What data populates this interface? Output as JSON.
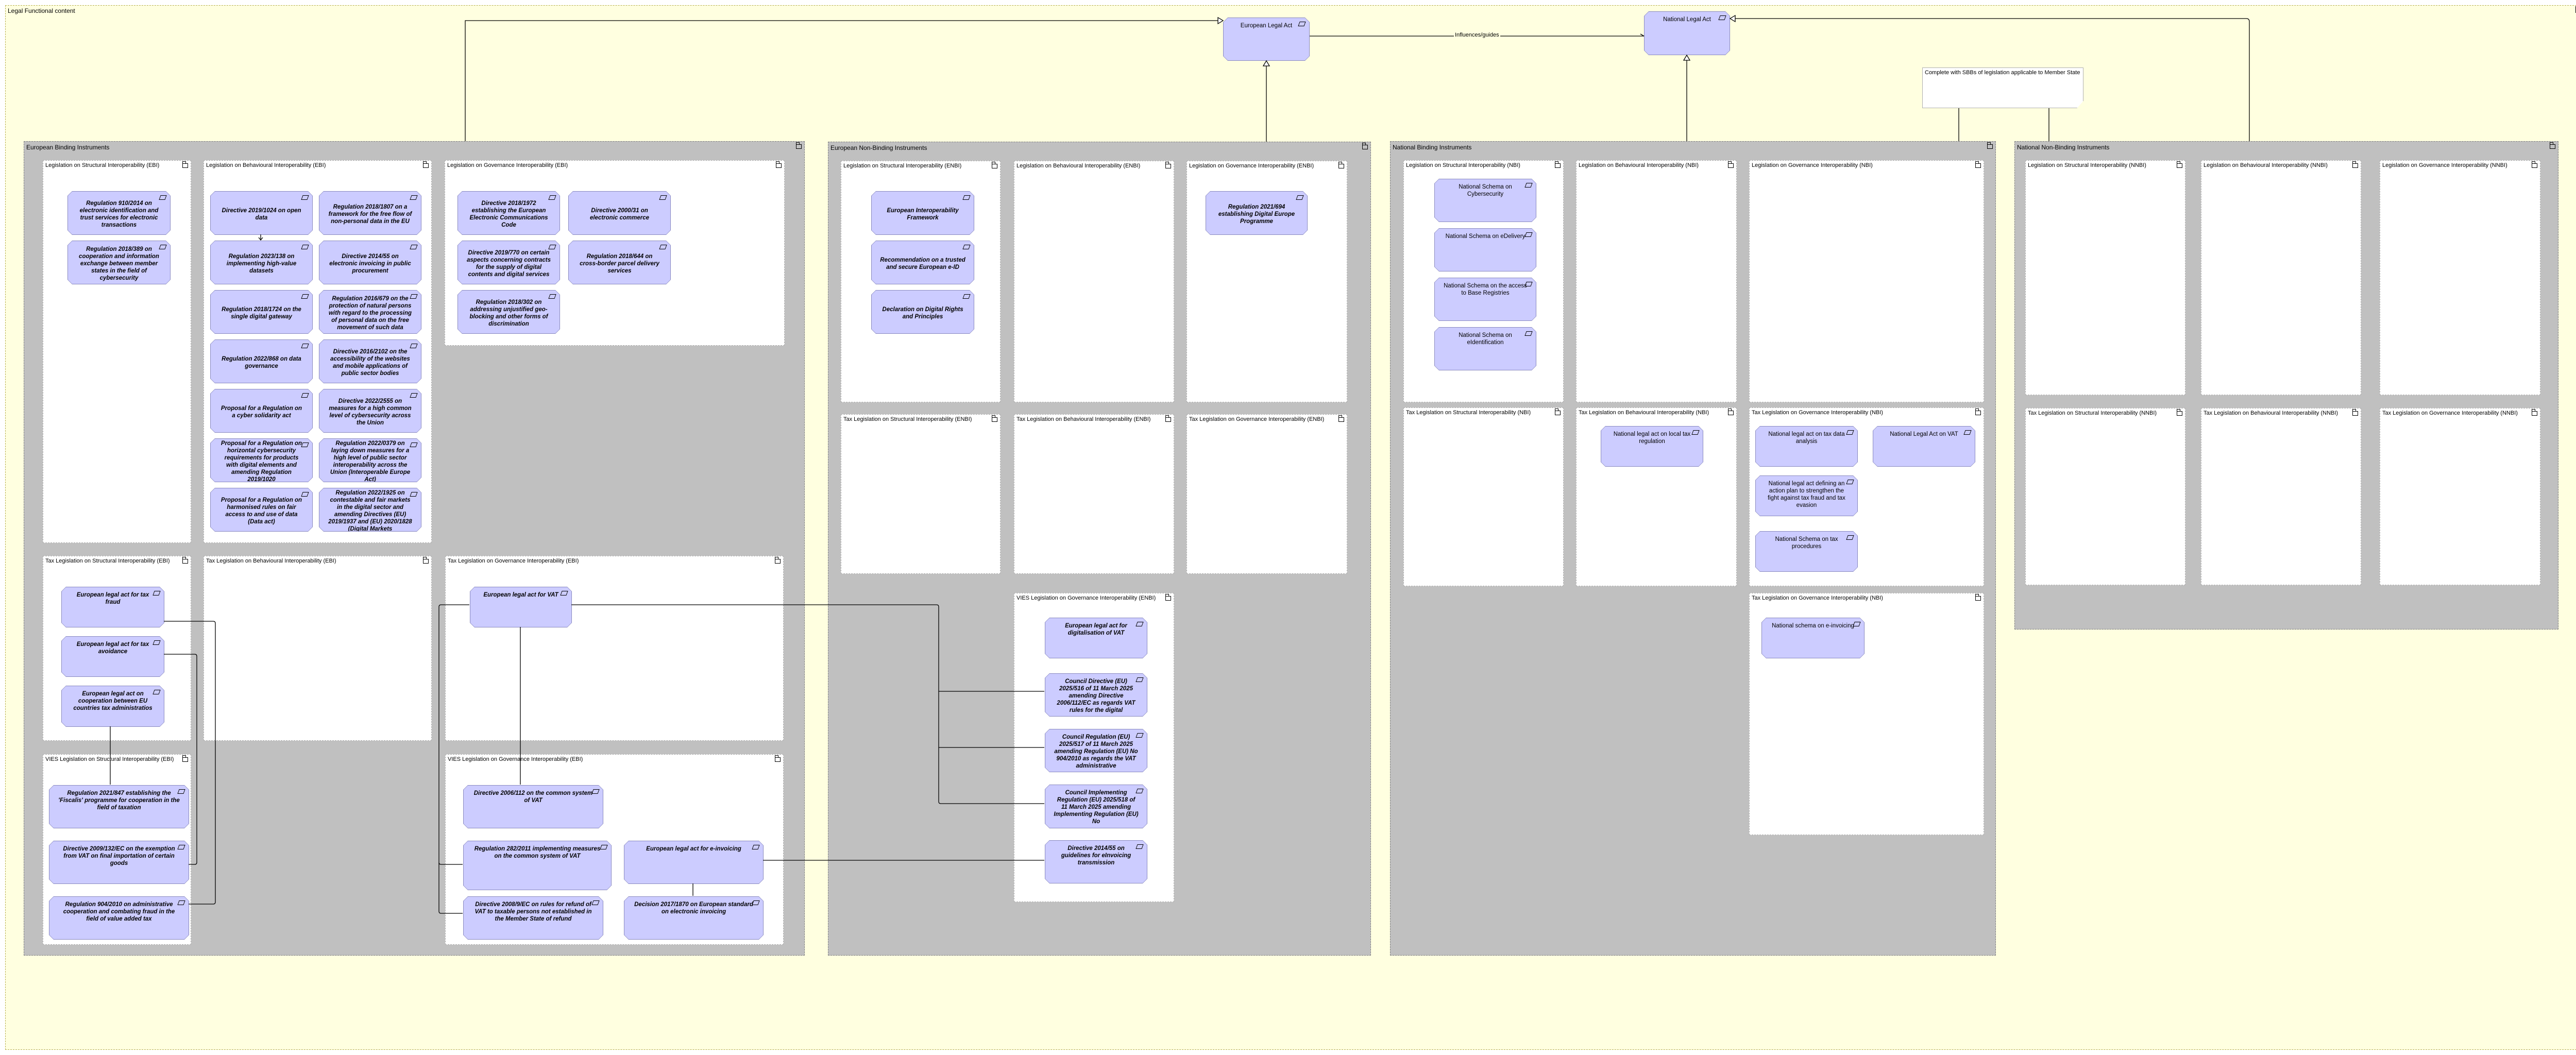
{
  "diagram": {
    "title": "Legal Functional content"
  },
  "top": {
    "european_legal_act": "European Legal Act",
    "national_legal_act": "National Legal Act",
    "influence_label": "Influences/guides",
    "note": "Complete with SBBs of legislation applicable to Member State"
  },
  "colors": {
    "canvas": "#ffffe0",
    "group": "#c0c0c0",
    "panel": "#ffffff",
    "item_fill": "#ccccff",
    "item_border": "#8a8ac0"
  },
  "icons": {
    "item": "legal-act-artifact-icon",
    "container": "package-icon"
  },
  "groups": {
    "ebi": {
      "label": "European Binding Instruments",
      "panels": [
        {
          "label": "Legislation on Structural Interoperability (EBI)",
          "items": [
            "Regulation 910/2014 on electronic identification and trust services for electronic transactions",
            "Regulation 2018/389 on cooperation and information exchange between member states in the field of cybersecurity"
          ]
        },
        {
          "label": "Legislation on Behavioural Interoperability (EBI)",
          "items": [
            "Directive 2019/1024 on open data",
            "Regulation 2018/1807 on a framework for the free flow of non-personal data in the EU",
            "Regulation 2023/138 on implementing high-value datasets",
            "Directive 2014/55 on electronic invoicing in public procurement",
            "Regulation 2018/1724 on the single digital gateway",
            "Regulation 2016/679 on the protection of natural persons with regard to the processing of personal data on the free movement of such data",
            "Regulation 2022/868 on data governance",
            "Directive 2016/2102 on the accessibility of the websites and mobile applications of public sector bodies",
            "Proposal for a Regulation on a cyber solidarity act",
            "Directive 2022/2555 on measures for a high common level of cybersecurity across the Union",
            "Proposal for a Regulation on horizontal cybersecurity requirements for products with digital elements and amending Regulation 2019/1020",
            "Regulation 2022/0379 on laying down measures for a high level of public sector interoperability across the Union (Interoperable Europe Act)",
            "Proposal for a Regulation on harmonised rules on fair access to and use of data (Data act)",
            "Regulation 2022/1925 on contestable and fair markets in the digital sector and amending Directives (EU) 2019/1937 and (EU) 2020/1828 (Digital Markets"
          ]
        },
        {
          "label": "Legislation on Governance Interoperability (EBI)",
          "items": [
            "Directive 2018/1972 establishing the European Electronic Communications Code",
            "Directive 2000/31 on electronic commerce",
            "Directive 2019/770 on certain aspects concerning contracts for the supply of digital contents and digital services",
            "Regulation 2018/644 on cross-border parcel delivery services",
            "Regulation 2018/302 on addressing unjustified geo-blocking and other forms of discrimination"
          ]
        },
        {
          "label": "Tax Legislation on Structural Interoperability (EBI)",
          "items": [
            "European legal act for tax fraud",
            "European legal act for tax avoidance",
            "European legal act on cooperation between EU countries tax administratios"
          ]
        },
        {
          "label": "Tax Legislation on Behavioural Interoperability (EBI)",
          "items": []
        },
        {
          "label": "Tax Legislation on Governance Interoperability (EBI)",
          "items": [
            "European legal act for VAT"
          ]
        },
        {
          "label": "VIES Legislation on Structural Interoperability (EBI)",
          "items": [
            "Regulation 2021/847 establishing the 'Fiscalis' programme for cooperation in the field of taxation",
            "Directive 2009/132/EC on the exemption from VAT on final importation of certain goods",
            "Regulation 904/2010 on administrative cooperation and combating fraud in the field of value added tax"
          ]
        },
        {
          "label": "VIES Legislation on Governance Interoperability (EBI)",
          "items": [
            "Directive 2006/112 on the common system of VAT",
            "Regulation 282/2011 implementing measures on the common system of VAT",
            "Directive 2008/9/EC on rules for refund of VAT to taxable persons not established in the Member State of refund",
            "European legal act for e-invoicing",
            "Decision 2017/1870 on European standard on electronic invoicing"
          ]
        }
      ]
    },
    "enbi": {
      "label": "European Non-Binding Instruments",
      "panels": [
        {
          "label": "Legislation on Structural Interoperability (ENBI)",
          "items": [
            "European Interoperability Framework",
            "Recommendation on a trusted and secure European e-ID",
            "Declaration on Digital Rights and Principles"
          ]
        },
        {
          "label": "Legislation on Behavioural Interoperability (ENBI)",
          "items": []
        },
        {
          "label": "Legislation on Governance Interoperability (ENBI)",
          "items": [
            "Regulation 2021/694 establishing Digital Europe Programme"
          ]
        },
        {
          "label": "Tax Legislation on Structural Interoperability (ENBI)",
          "items": []
        },
        {
          "label": "Tax Legislation on Behavioural Interoperability (ENBI)",
          "items": []
        },
        {
          "label": "Tax Legislation on Governance Interoperability (ENBI)",
          "items": []
        },
        {
          "label": "VIES Legislation on Governance Interoperability (ENBI)",
          "items": [
            "European legal act for digitalisation of VAT",
            "Council Directive (EU) 2025/516 of 11 March 2025 amending Directive 2006/112/EC as regards VAT rules for the digital",
            "Council Regulation (EU) 2025/517 of 11 March 2025 amending Regulation (EU) No 904/2010 as regards the VAT administrative",
            "Council Implementing Regulation (EU) 2025/518 of 11 March 2025 amending Implementing Regulation (EU) No",
            "Directive 2014/55 on guidelines for eInvoicing transmission"
          ]
        }
      ]
    },
    "nbi": {
      "label": "National Binding Instruments",
      "panels": [
        {
          "label": "Legislation on Structural Interoperability (NBI)",
          "items": [
            "National Schema on Cybersecurity",
            "National Schema on eDelivery",
            "National Schema on the access to Base Registries",
            "National Schema on eIdentification"
          ]
        },
        {
          "label": "Legislation on Behavioural Interoperability (NBI)",
          "items": []
        },
        {
          "label": "Legislation on Governance Interoperability (NBI)",
          "items": []
        },
        {
          "label": "Tax Legislation on Structural Interoperability (NBI)",
          "items": []
        },
        {
          "label": "Tax Legislation on Behavioural Interoperability (NBI)",
          "items": [
            "National legal act on local tax regulation"
          ]
        },
        {
          "label": "Tax Legislation on Governance Interoperability (NBI)",
          "items": [
            "National legal act on tax data analysis",
            "National Legal Act on VAT",
            "National legal act defining an action plan to strengthen the fight against tax fraud and tax evasion",
            "National Schema on tax procedures"
          ]
        },
        {
          "label": "Tax Legislation on Governance Interoperability (NBI)",
          "items": [
            "National schema on e-invoicing"
          ]
        }
      ]
    },
    "nnbi": {
      "label": "National Non-Binding Instruments",
      "panels": [
        {
          "label": "Legislation on Structural Interoperability (NNBI)",
          "items": []
        },
        {
          "label": "Legislation on Behavioural Interoperability (NNBI)",
          "items": []
        },
        {
          "label": "Legislation on Governance Interoperability (NNBI)",
          "items": []
        },
        {
          "label": "Tax Legislation on Structural Interoperability (NNBI)",
          "items": []
        },
        {
          "label": "Tax Legislation on Behavioural Interoperability (NNBI)",
          "items": []
        },
        {
          "label": "Tax Legislation on Governance Interoperability (NNBI)",
          "items": []
        }
      ]
    }
  }
}
